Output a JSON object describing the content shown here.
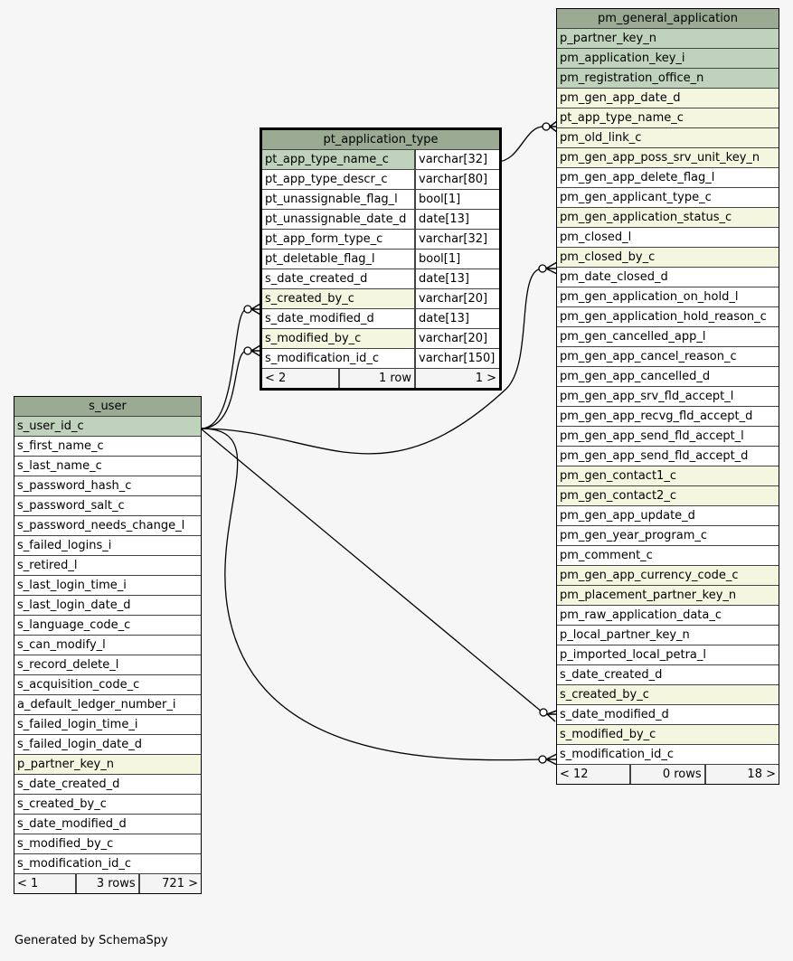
{
  "tables": {
    "pt_application_type": {
      "name": "pt_application_type",
      "columns": [
        {
          "name": "pt_app_type_name_c",
          "type": "varchar[32]",
          "kind": "pk"
        },
        {
          "name": "pt_app_type_descr_c",
          "type": "varchar[80]",
          "kind": "plain"
        },
        {
          "name": "pt_unassignable_flag_l",
          "type": "bool[1]",
          "kind": "plain"
        },
        {
          "name": "pt_unassignable_date_d",
          "type": "date[13]",
          "kind": "plain"
        },
        {
          "name": "pt_app_form_type_c",
          "type": "varchar[32]",
          "kind": "plain"
        },
        {
          "name": "pt_deletable_flag_l",
          "type": "bool[1]",
          "kind": "plain"
        },
        {
          "name": "s_date_created_d",
          "type": "date[13]",
          "kind": "plain"
        },
        {
          "name": "s_created_by_c",
          "type": "varchar[20]",
          "kind": "fk"
        },
        {
          "name": "s_date_modified_d",
          "type": "date[13]",
          "kind": "plain"
        },
        {
          "name": "s_modified_by_c",
          "type": "varchar[20]",
          "kind": "fk"
        },
        {
          "name": "s_modification_id_c",
          "type": "varchar[150]",
          "kind": "plain"
        }
      ],
      "footer": {
        "parents": "< 2",
        "rows": "1 row",
        "children": "1 >"
      }
    },
    "pm_general_application": {
      "name": "pm_general_application",
      "columns": [
        {
          "name": "p_partner_key_n",
          "kind": "pk"
        },
        {
          "name": "pm_application_key_i",
          "kind": "pk"
        },
        {
          "name": "pm_registration_office_n",
          "kind": "pk"
        },
        {
          "name": "pm_gen_app_date_d",
          "kind": "fk"
        },
        {
          "name": "pt_app_type_name_c",
          "kind": "fk"
        },
        {
          "name": "pm_old_link_c",
          "kind": "fk"
        },
        {
          "name": "pm_gen_app_poss_srv_unit_key_n",
          "kind": "fk"
        },
        {
          "name": "pm_gen_app_delete_flag_l",
          "kind": "plain"
        },
        {
          "name": "pm_gen_applicant_type_c",
          "kind": "plain"
        },
        {
          "name": "pm_gen_application_status_c",
          "kind": "fk"
        },
        {
          "name": "pm_closed_l",
          "kind": "plain"
        },
        {
          "name": "pm_closed_by_c",
          "kind": "fk"
        },
        {
          "name": "pm_date_closed_d",
          "kind": "plain"
        },
        {
          "name": "pm_gen_application_on_hold_l",
          "kind": "plain"
        },
        {
          "name": "pm_gen_application_hold_reason_c",
          "kind": "plain"
        },
        {
          "name": "pm_gen_cancelled_app_l",
          "kind": "plain"
        },
        {
          "name": "pm_gen_app_cancel_reason_c",
          "kind": "plain"
        },
        {
          "name": "pm_gen_app_cancelled_d",
          "kind": "plain"
        },
        {
          "name": "pm_gen_app_srv_fld_accept_l",
          "kind": "plain"
        },
        {
          "name": "pm_gen_app_recvg_fld_accept_d",
          "kind": "plain"
        },
        {
          "name": "pm_gen_app_send_fld_accept_l",
          "kind": "plain"
        },
        {
          "name": "pm_gen_app_send_fld_accept_d",
          "kind": "plain"
        },
        {
          "name": "pm_gen_contact1_c",
          "kind": "fk"
        },
        {
          "name": "pm_gen_contact2_c",
          "kind": "fk"
        },
        {
          "name": "pm_gen_app_update_d",
          "kind": "plain"
        },
        {
          "name": "pm_gen_year_program_c",
          "kind": "plain"
        },
        {
          "name": "pm_comment_c",
          "kind": "plain"
        },
        {
          "name": "pm_gen_app_currency_code_c",
          "kind": "fk"
        },
        {
          "name": "pm_placement_partner_key_n",
          "kind": "fk"
        },
        {
          "name": "pm_raw_application_data_c",
          "kind": "plain"
        },
        {
          "name": "p_local_partner_key_n",
          "kind": "plain"
        },
        {
          "name": "p_imported_local_petra_l",
          "kind": "plain"
        },
        {
          "name": "s_date_created_d",
          "kind": "plain"
        },
        {
          "name": "s_created_by_c",
          "kind": "fk"
        },
        {
          "name": "s_date_modified_d",
          "kind": "plain"
        },
        {
          "name": "s_modified_by_c",
          "kind": "fk"
        },
        {
          "name": "s_modification_id_c",
          "kind": "plain"
        }
      ],
      "footer": {
        "parents": "< 12",
        "rows": "0 rows",
        "children": "18 >"
      }
    },
    "s_user": {
      "name": "s_user",
      "columns": [
        {
          "name": "s_user_id_c",
          "kind": "pk"
        },
        {
          "name": "s_first_name_c",
          "kind": "plain"
        },
        {
          "name": "s_last_name_c",
          "kind": "plain"
        },
        {
          "name": "s_password_hash_c",
          "kind": "plain"
        },
        {
          "name": "s_password_salt_c",
          "kind": "plain"
        },
        {
          "name": "s_password_needs_change_l",
          "kind": "plain"
        },
        {
          "name": "s_failed_logins_i",
          "kind": "plain"
        },
        {
          "name": "s_retired_l",
          "kind": "plain"
        },
        {
          "name": "s_last_login_time_i",
          "kind": "plain"
        },
        {
          "name": "s_last_login_date_d",
          "kind": "plain"
        },
        {
          "name": "s_language_code_c",
          "kind": "plain"
        },
        {
          "name": "s_can_modify_l",
          "kind": "plain"
        },
        {
          "name": "s_record_delete_l",
          "kind": "plain"
        },
        {
          "name": "s_acquisition_code_c",
          "kind": "plain"
        },
        {
          "name": "a_default_ledger_number_i",
          "kind": "plain"
        },
        {
          "name": "s_failed_login_time_i",
          "kind": "plain"
        },
        {
          "name": "s_failed_login_date_d",
          "kind": "plain"
        },
        {
          "name": "p_partner_key_n",
          "kind": "fk"
        },
        {
          "name": "s_date_created_d",
          "kind": "plain"
        },
        {
          "name": "s_created_by_c",
          "kind": "plain"
        },
        {
          "name": "s_date_modified_d",
          "kind": "plain"
        },
        {
          "name": "s_modified_by_c",
          "kind": "plain"
        },
        {
          "name": "s_modification_id_c",
          "kind": "plain"
        }
      ],
      "footer": {
        "parents": "< 1",
        "rows": "3 rows",
        "children": "721 >"
      }
    }
  },
  "relationships": [
    {
      "from": "pt_application_type.pt_app_type_name_c",
      "to": "pm_general_application.pt_app_type_name_c"
    },
    {
      "from": "s_user.s_user_id_c",
      "to": "pt_application_type.s_created_by_c"
    },
    {
      "from": "s_user.s_user_id_c",
      "to": "pt_application_type.s_modified_by_c"
    },
    {
      "from": "s_user.s_user_id_c",
      "to": "pm_general_application.pm_closed_by_c"
    },
    {
      "from": "s_user.s_user_id_c",
      "to": "pm_general_application.s_created_by_c"
    },
    {
      "from": "s_user.s_user_id_c",
      "to": "pm_general_application.s_modified_by_c"
    }
  ],
  "colors": {
    "header": "#9aaa93",
    "primary_key": "#bfd2bb",
    "foreign_key": "#f4f6e0",
    "background": "#f6f6f6"
  },
  "footer_note": "Generated by SchemaSpy"
}
